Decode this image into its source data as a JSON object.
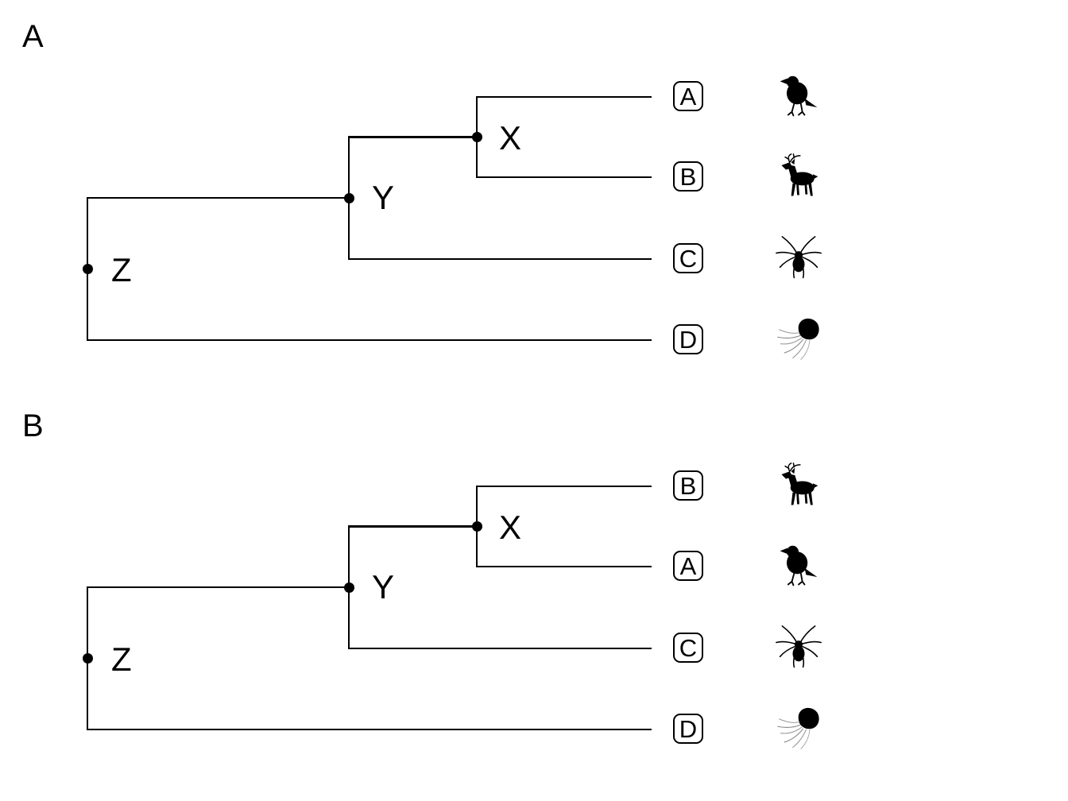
{
  "figure": {
    "background": "#ffffff",
    "line_color": "#000000"
  },
  "panels": [
    {
      "label": "A",
      "newick": "(((A,B)X,C)Y,D)Z",
      "nodes": {
        "x": "X",
        "y": "Y",
        "z": "Z"
      },
      "tips": [
        {
          "label": "A",
          "icon": "bird",
          "icon_ref": "#icon-bird"
        },
        {
          "label": "B",
          "icon": "deer",
          "icon_ref": "#icon-deer"
        },
        {
          "label": "C",
          "icon": "spider",
          "icon_ref": "#icon-spider"
        },
        {
          "label": "D",
          "icon": "jellyfish",
          "icon_ref": "#icon-jellyfish"
        }
      ]
    },
    {
      "label": "B",
      "newick": "(((B,A)X,C)Y,D)Z",
      "nodes": {
        "x": "X",
        "y": "Y",
        "z": "Z"
      },
      "tips": [
        {
          "label": "B",
          "icon": "deer",
          "icon_ref": "#icon-deer"
        },
        {
          "label": "A",
          "icon": "bird",
          "icon_ref": "#icon-bird"
        },
        {
          "label": "C",
          "icon": "spider",
          "icon_ref": "#icon-spider"
        },
        {
          "label": "D",
          "icon": "jellyfish",
          "icon_ref": "#icon-jellyfish"
        }
      ]
    }
  ]
}
